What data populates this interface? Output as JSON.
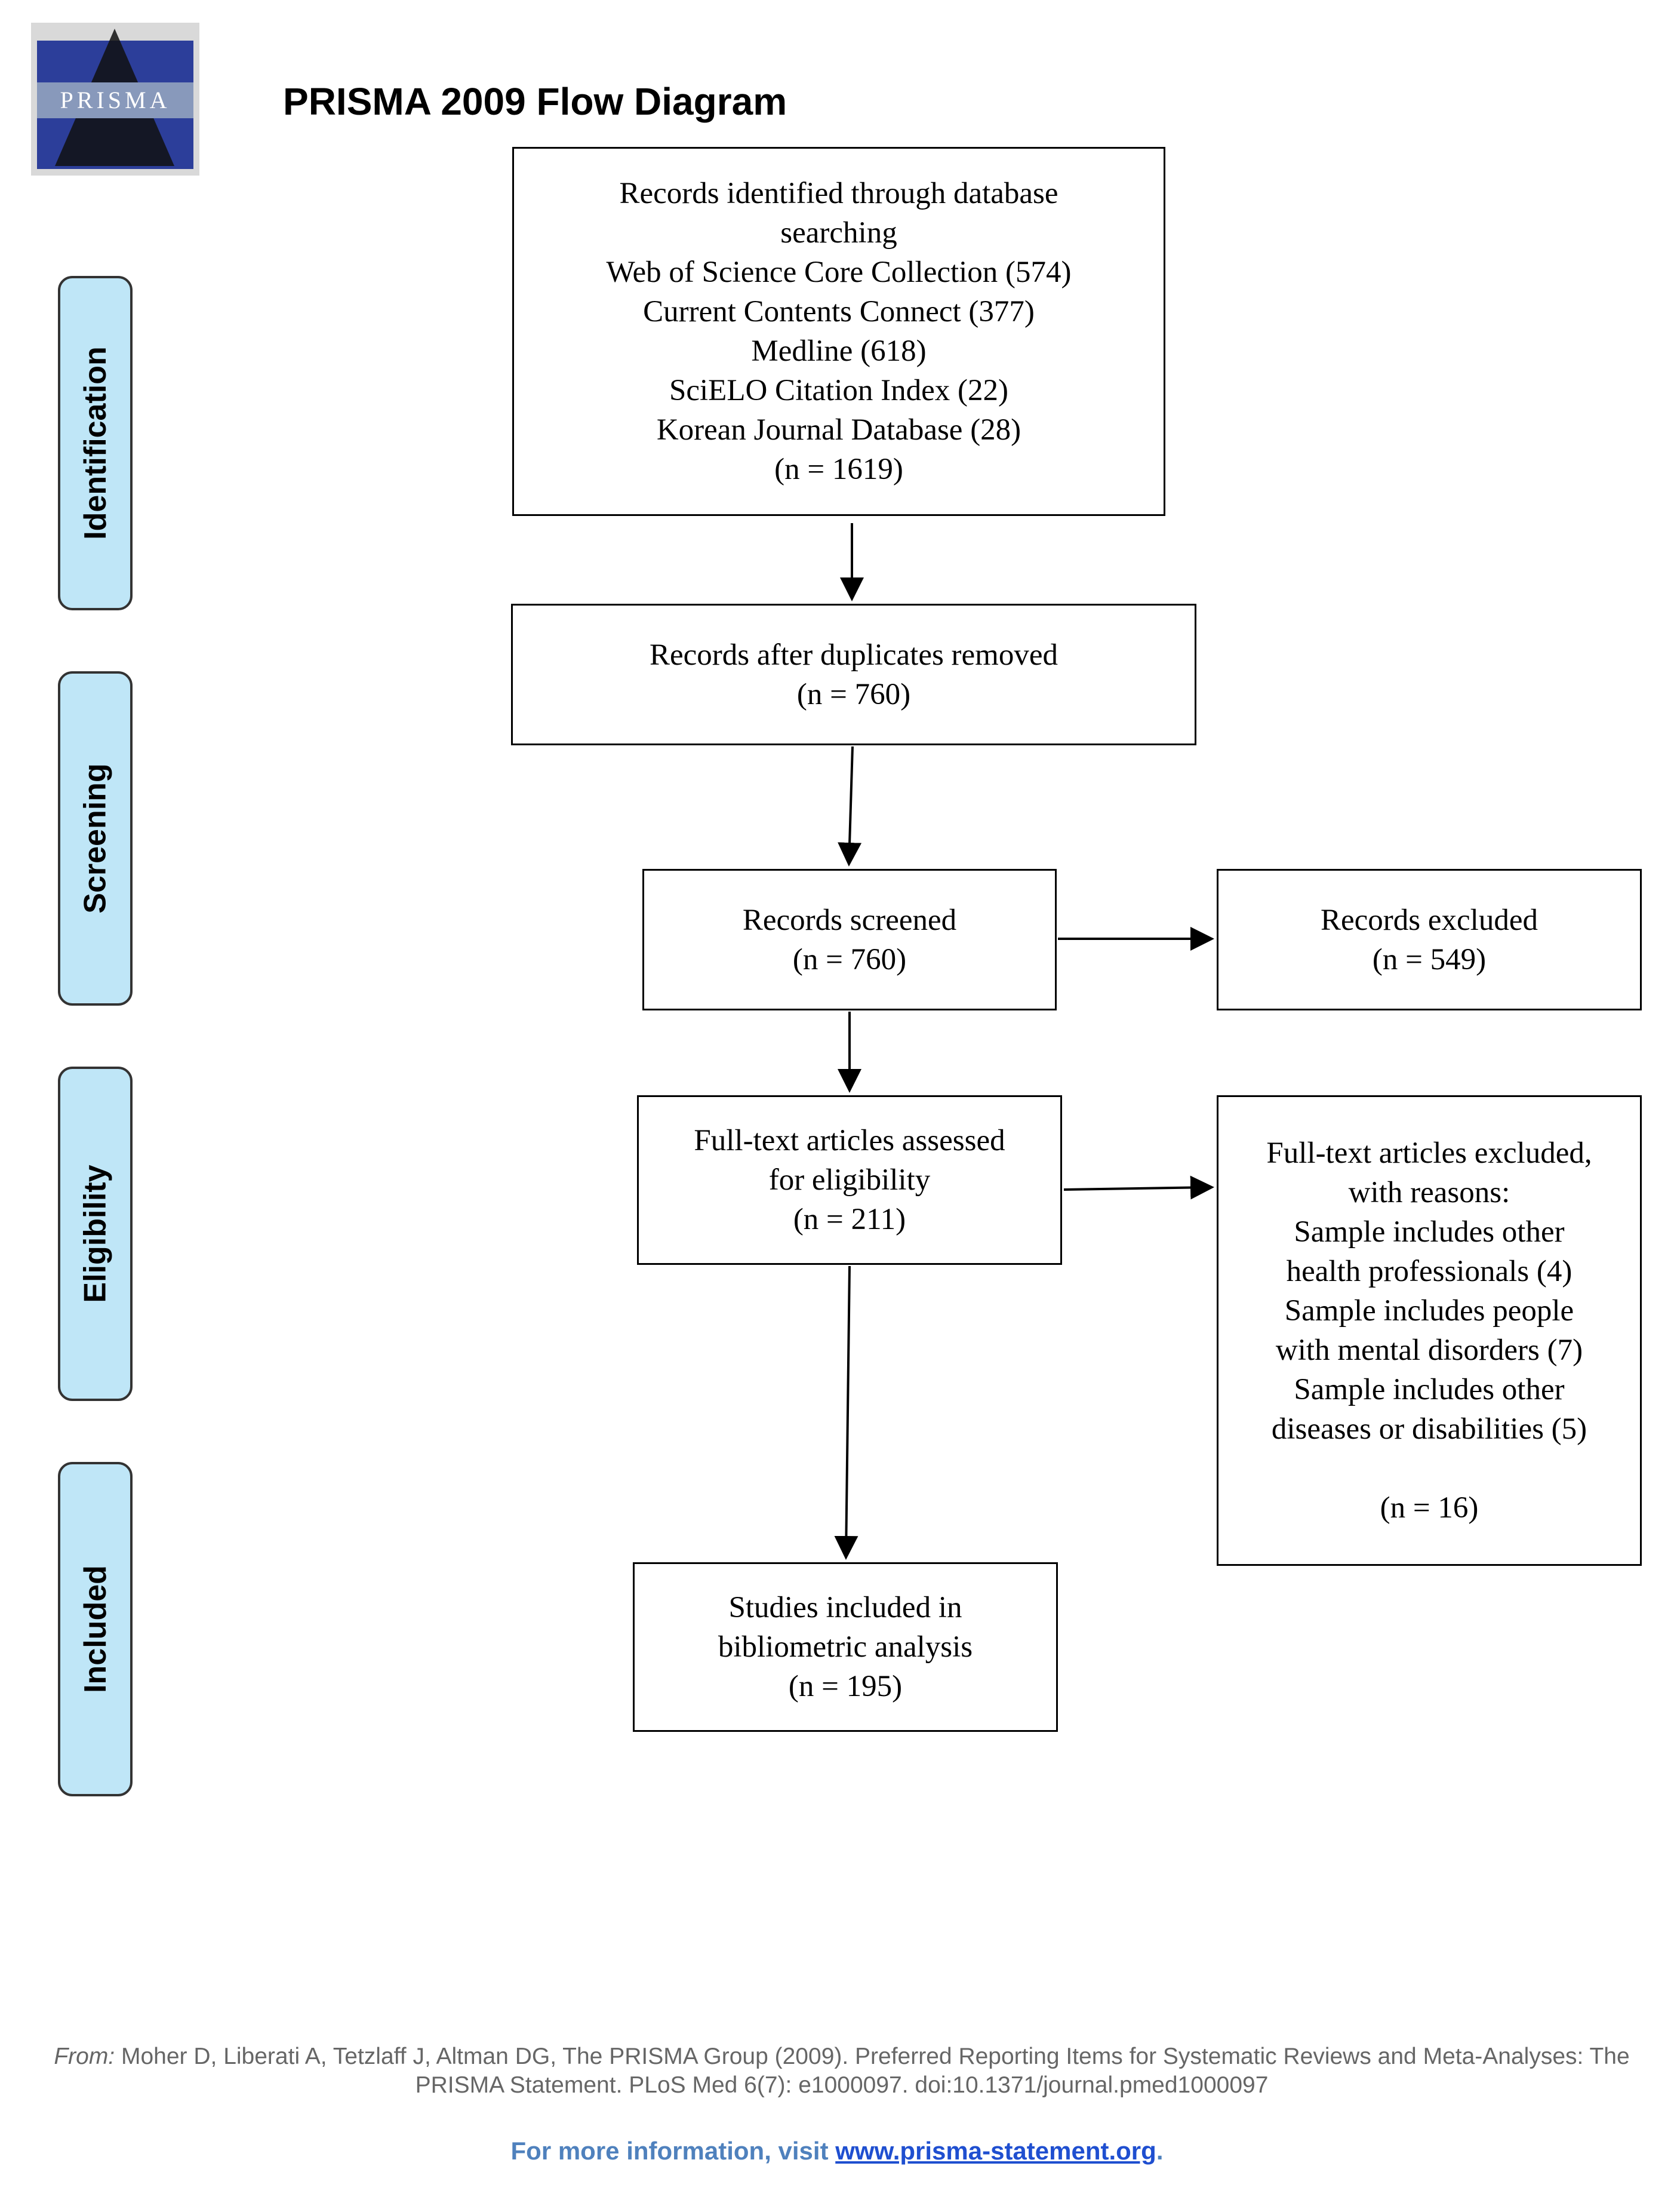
{
  "title": "PRISMA 2009 Flow Diagram",
  "logo": {
    "text": "PRISMA",
    "icon": "prisma-logo"
  },
  "phases": [
    "Identification",
    "Screening",
    "Eligibility",
    "Included"
  ],
  "boxes": {
    "identified": {
      "lines": [
        "Records identified through database",
        "searching",
        "Web of Science Core Collection (574)",
        "Current Contents Connect (377)",
        "Medline (618)",
        "SciELO Citation Index (22)",
        "Korean Journal Database (28)",
        "(n = 1619)"
      ]
    },
    "duplicates_removed": {
      "lines": [
        "Records after duplicates removed",
        "(n = 760)"
      ]
    },
    "screened": {
      "lines": [
        "Records screened",
        "(n = 760)"
      ]
    },
    "excluded": {
      "lines": [
        "Records excluded",
        "(n = 549)"
      ]
    },
    "fulltext_assessed": {
      "lines": [
        "Full-text articles assessed",
        "for eligibility",
        "(n = 211)"
      ]
    },
    "fulltext_excluded": {
      "lines": [
        "Full-text articles excluded,",
        "with reasons:",
        "Sample includes other",
        "health professionals (4)",
        "Sample includes people",
        "with mental disorders (7)",
        "Sample includes other",
        "diseases or disabilities (5)"
      ],
      "total": "(n = 16)"
    },
    "included": {
      "lines": [
        "Studies included in",
        "bibliometric analysis",
        "(n = 195)"
      ]
    }
  },
  "citation": {
    "from_label": "From:",
    "text": "Moher D, Liberati A, Tetzlaff J, Altman DG, The PRISMA Group (2009). Preferred Reporting Items for Systematic Reviews and Meta-Analyses: The PRISMA Statement. PLoS Med 6(7): e1000097. doi:10.1371/journal.pmed1000097"
  },
  "more_info": {
    "prefix": "For more information, visit",
    "link": "www.prisma-statement.org",
    "suffix": "."
  },
  "colors": {
    "phase_fill": "#bfe6f7",
    "footer_link": "#1f4fd0",
    "footer_text": "#4f81bd"
  }
}
